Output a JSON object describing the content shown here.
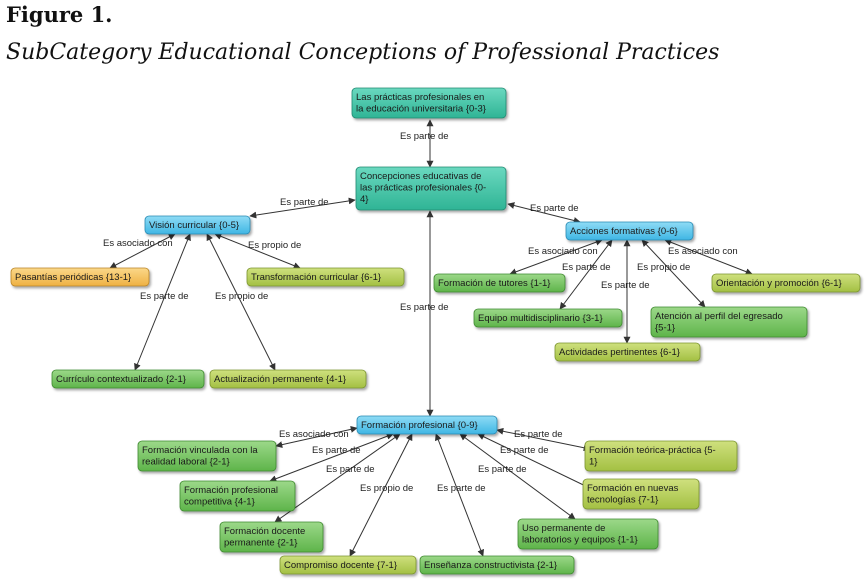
{
  "figure": {
    "label": "Figure 1.",
    "title": "SubCategory Educational Conceptions of Professional Practices"
  },
  "colors": {
    "teal": "#3cc9a9",
    "blue": "#5ccbec",
    "green": "#77c864",
    "yellowgreen": "#b7d058",
    "orange": "#f6c45c",
    "edge": "#333333"
  },
  "nodes": [
    {
      "id": "practicas",
      "lines": [
        "Las prácticas profesionales en",
        "la educación universitaria {0-3}"
      ],
      "color": "teal"
    },
    {
      "id": "concepciones",
      "lines": [
        "Concepciones educativas de",
        "las prácticas profesionales {0-",
        "4}"
      ],
      "color": "teal"
    },
    {
      "id": "vision",
      "lines": [
        "Visión curricular {0-5}"
      ],
      "color": "blue"
    },
    {
      "id": "acciones",
      "lines": [
        "Acciones formativas {0-6}"
      ],
      "color": "blue"
    },
    {
      "id": "pasantias",
      "lines": [
        "Pasantías periódicas {13-1}"
      ],
      "color": "orange"
    },
    {
      "id": "transformacion",
      "lines": [
        "Transformación curricular {6-1}"
      ],
      "color": "yellowgreen"
    },
    {
      "id": "curriculo",
      "lines": [
        "Currículo contextualizado {2-1}"
      ],
      "color": "green"
    },
    {
      "id": "actualizacion",
      "lines": [
        "Actualización permanente {4-1}"
      ],
      "color": "yellowgreen"
    },
    {
      "id": "tutores",
      "lines": [
        "Formación de tutores {1-1}"
      ],
      "color": "green"
    },
    {
      "id": "orientacion",
      "lines": [
        "Orientación y promoción {6-1}"
      ],
      "color": "yellowgreen"
    },
    {
      "id": "equipo",
      "lines": [
        "Equipo multidisciplinario {3-1}"
      ],
      "color": "green"
    },
    {
      "id": "atencion",
      "lines": [
        "Atención al perfil del egresado",
        "{5-1}"
      ],
      "color": "green"
    },
    {
      "id": "actividades",
      "lines": [
        "Actividades pertinentes {6-1}"
      ],
      "color": "yellowgreen"
    },
    {
      "id": "formacion",
      "lines": [
        "Formación profesional {0-9}"
      ],
      "color": "blue"
    },
    {
      "id": "vinculada",
      "lines": [
        "Formación vinculada con la",
        "realidad laboral {2-1}"
      ],
      "color": "green"
    },
    {
      "id": "teorica",
      "lines": [
        "Formación teórica-práctica {5-",
        "1}"
      ],
      "color": "yellowgreen"
    },
    {
      "id": "competitiva",
      "lines": [
        "Formación profesional",
        "competitiva {4-1}"
      ],
      "color": "green"
    },
    {
      "id": "nuevas",
      "lines": [
        "Formación en nuevas",
        "tecnologías {7-1}"
      ],
      "color": "yellowgreen"
    },
    {
      "id": "docente",
      "lines": [
        "Formación docente",
        "permanente {2-1}"
      ],
      "color": "green"
    },
    {
      "id": "laboratorios",
      "lines": [
        "Uso permanente de",
        "laboratorios y equipos {1-1}"
      ],
      "color": "green"
    },
    {
      "id": "compromiso",
      "lines": [
        "Compromiso docente {7-1}"
      ],
      "color": "yellowgreen"
    },
    {
      "id": "ensenanza",
      "lines": [
        "Enseñanza constructivista {2-1}"
      ],
      "color": "green"
    }
  ],
  "edges": [
    {
      "from": "concepciones",
      "to": "practicas",
      "label": "Es parte de"
    },
    {
      "from": "vision",
      "to": "concepciones",
      "label": "Es parte de"
    },
    {
      "from": "acciones",
      "to": "concepciones",
      "label": "Es parte de"
    },
    {
      "from": "formacion",
      "to": "concepciones",
      "label": "Es parte de"
    },
    {
      "from": "pasantias",
      "to": "vision",
      "label": "Es asociado con"
    },
    {
      "from": "transformacion",
      "to": "vision",
      "label": "Es propio de"
    },
    {
      "from": "curriculo",
      "to": "vision",
      "label": "Es parte de"
    },
    {
      "from": "actualizacion",
      "to": "vision",
      "label": "Es propio de"
    },
    {
      "from": "tutores",
      "to": "acciones",
      "label": "Es asociado con"
    },
    {
      "from": "equipo",
      "to": "acciones",
      "label": "Es parte de"
    },
    {
      "from": "actividades",
      "to": "acciones",
      "label": "Es parte de"
    },
    {
      "from": "atencion",
      "to": "acciones",
      "label": "Es propio de"
    },
    {
      "from": "orientacion",
      "to": "acciones",
      "label": "Es asociado con"
    },
    {
      "from": "vinculada",
      "to": "formacion",
      "label": "Es asociado con"
    },
    {
      "from": "competitiva",
      "to": "formacion",
      "label": "Es parte de"
    },
    {
      "from": "docente",
      "to": "formacion",
      "label": "Es parte de"
    },
    {
      "from": "compromiso",
      "to": "formacion",
      "label": "Es propio de"
    },
    {
      "from": "ensenanza",
      "to": "formacion",
      "label": "Es parte de"
    },
    {
      "from": "laboratorios",
      "to": "formacion",
      "label": "Es parte de"
    },
    {
      "from": "nuevas",
      "to": "formacion",
      "label": "Es parte de"
    },
    {
      "from": "teorica",
      "to": "formacion",
      "label": "Es parte de"
    }
  ]
}
